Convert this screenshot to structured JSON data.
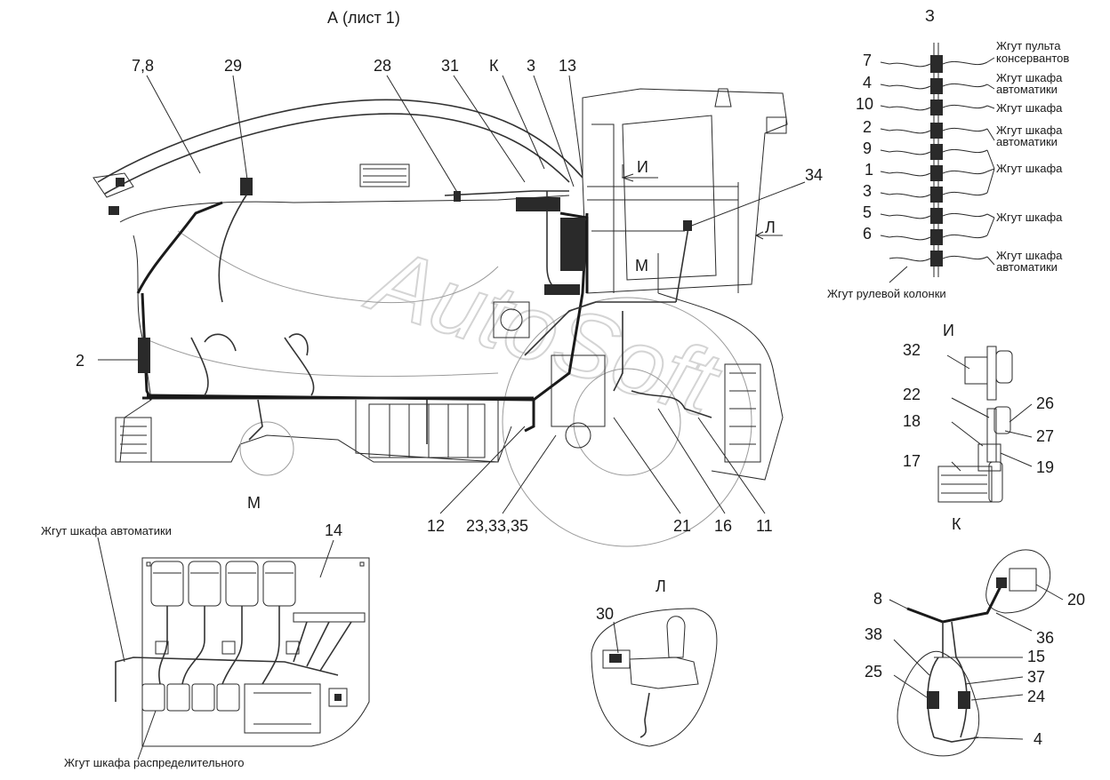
{
  "views": {
    "A": "А (лист 1)",
    "Z": "З",
    "I": "И",
    "M": "М",
    "K": "К",
    "L": "Л"
  },
  "watermark": "AutoSoft",
  "main_callouts": [
    "7,8",
    "29",
    "28",
    "31",
    "К",
    "3",
    "13",
    "34",
    "И",
    "Л",
    "М",
    "2",
    "12",
    "23,33,35",
    "21",
    "16",
    "11"
  ],
  "z_view": {
    "numbers": [
      "7",
      "4",
      "10",
      "2",
      "9",
      "1",
      "3",
      "5",
      "6"
    ],
    "labels": [
      [
        "Жгут пульта",
        "консервантов"
      ],
      [
        "Жгут шкафа",
        "автоматики"
      ],
      [
        "Жгут шкафа"
      ],
      [
        "Жгут шкафа",
        "автоматики"
      ],
      [
        "Жгут шкафа"
      ],
      [
        "Жгут шкафа"
      ],
      [
        "Жгут шкафа",
        "автоматики"
      ]
    ],
    "bottom_label": "Жгут рулевой колонки"
  },
  "i_view": {
    "numbers": [
      "32",
      "22",
      "26",
      "18",
      "27",
      "19",
      "17"
    ]
  },
  "m_view": {
    "number": "14",
    "label_top": "Жгут шкафа автоматики",
    "label_bottom": "Жгут шкафа распределительного"
  },
  "l_view": {
    "number": "30"
  },
  "k_view": {
    "numbers": [
      "8",
      "20",
      "36",
      "38",
      "15",
      "25",
      "37",
      "24",
      "4"
    ]
  }
}
